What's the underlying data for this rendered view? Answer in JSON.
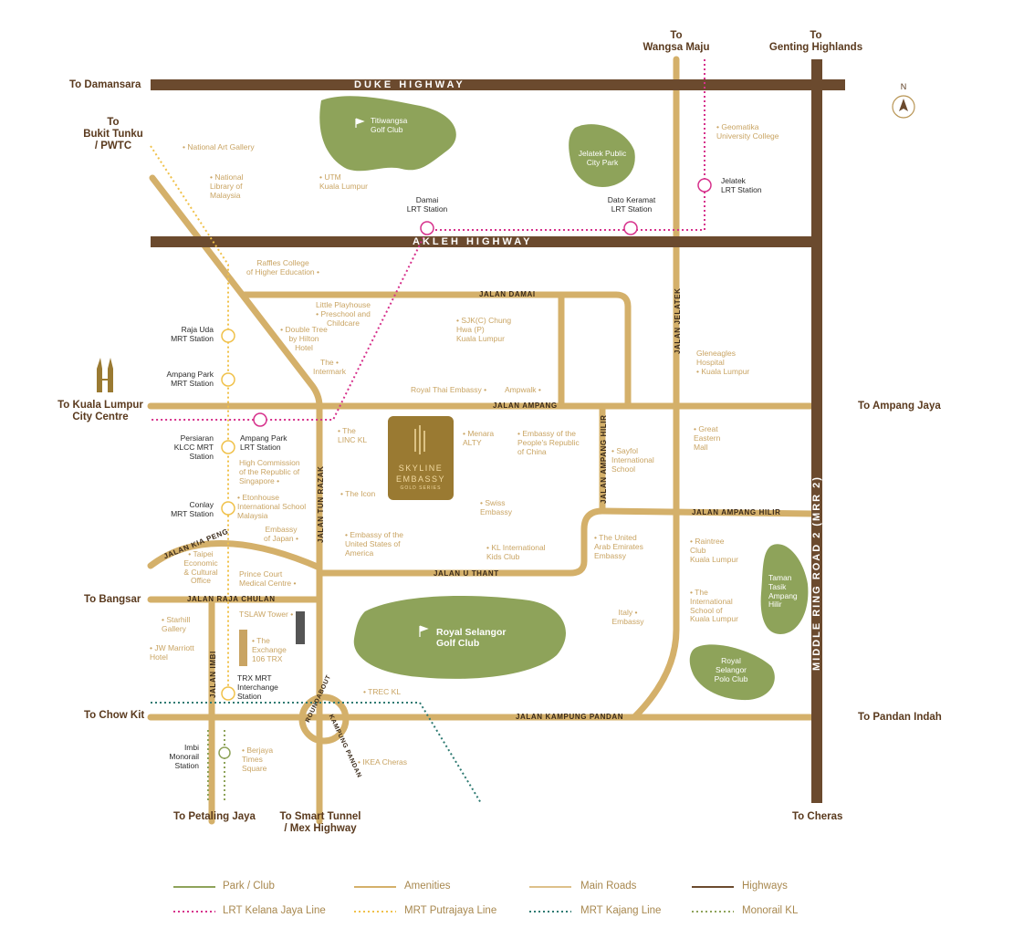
{
  "colors": {
    "park": "#8ea35a",
    "amenity": "#d4b06a",
    "main_road": "#ddc08a",
    "highway": "#6b4a2e",
    "lrt": "#d6308b",
    "mrt_putrajaya": "#f0c14a",
    "mrt_kajang": "#2e7a72",
    "monorail": "#8ea35a",
    "poi_text": "#c9a463",
    "brand_box": "#9a7a32"
  },
  "compass": {
    "label": "N"
  },
  "highways": {
    "duke": "DUKE HIGHWAY",
    "akleh": "AKLEH HIGHWAY",
    "mrr2": "MIDDLE RING ROAD 2 (MRR 2)"
  },
  "roads": {
    "jalan_damai": "JALAN DAMAI",
    "jalan_ampang": "JALAN AMPANG",
    "jalan_jelatek": "JALAN JELATEK",
    "jalan_ampang_hilir_v": "JALAN AMPANG HILIR",
    "jalan_ampang_hilir_h": "JALAN AMPANG HILIR",
    "jalan_tun_razak": "JALAN TUN RAZAK",
    "jalan_kia_peng": "JALAN KIA PENG",
    "jalan_u_thant": "JALAN U THANT",
    "jalan_raja_chulan": "JALAN RAJA CHULAN",
    "jalan_imbi": "JALAN IMBI",
    "jalan_kampung_pandan": "JALAN KAMPUNG PANDAN",
    "roundabout": "ROUNDABOUT",
    "kampung_pandan": "KAMPUNG PANDAN"
  },
  "directions": {
    "damansara": "To Damansara",
    "bukit_tunku": "To\nBukit Tunku\n/ PWTC",
    "wangsa_maju": "To\nWangsa Maju",
    "genting": "To\nGenting Highlands",
    "klcc": "To Kuala Lumpur\nCity Centre",
    "ampang_jaya": "To Ampang Jaya",
    "bangsar": "To Bangsar",
    "chow_kit": "To Chow Kit",
    "pandan_indah": "To Pandan Indah",
    "petaling_jaya": "To Petaling Jaya",
    "smart_tunnel": "To Smart Tunnel\n/ Mex Highway",
    "cheras": "To Cheras"
  },
  "parks": {
    "titiwangsa": "Titiwangsa\nGolf Club",
    "jelatek": "Jelatek Public\nCity Park",
    "royal_selangor_golf": "Royal Selangor\nGolf Club",
    "taman_tasik": "Taman\nTasik\nAmpang\nHilir",
    "polo": "Royal\nSelangor\nPolo Club"
  },
  "stations": {
    "damai": "Damai\nLRT Station",
    "dato_keramat": "Dato Keramat\nLRT Station",
    "jelatek": "Jelatek\nLRT Station",
    "raja_uda": "Raja Uda\nMRT Station",
    "ampang_park_mrt": "Ampang Park\nMRT Station",
    "persiaran_klcc": "Persiaran\nKLCC MRT\nStation",
    "ampang_park_lrt": "Ampang Park\nLRT Station",
    "conlay": "Conlay\nMRT Station",
    "trx": "TRX MRT\nInterchange\nStation",
    "imbi": "Imbi\nMonorail\nStation"
  },
  "pois": {
    "national_art_gallery": "• National Art Gallery",
    "national_library": "• National\n   Library of\n   Malaysia",
    "utm": "• UTM\n   Kuala Lumpur",
    "geomatika": "• Geomatika\n   University College",
    "raffles": "Raffles College\nof Higher Education •",
    "little_playhouse": "Little Playhouse\n• Preschool and\nChildcare",
    "doubletree": "• Double Tree\nby Hilton\nHotel",
    "intermark": "The •\nIntermark",
    "sjkc": "• SJK(C) Chung\nHwa (P)\nKuala Lumpur",
    "royal_thai": "Royal Thai Embassy •",
    "ampwalk": "Ampwalk •",
    "gleneagles": "Gleneagles\nHospital\n• Kuala Lumpur",
    "linc": "• The\nLINC KL",
    "menara_alty": "• Menara\nALTY",
    "china_embassy": "• Embassy of the\nPeople's Republic\nof China",
    "great_eastern": "• Great\nEastern\nMall",
    "sayfol": "• Sayfol\nInternational\nSchool",
    "singapore": "High Commission\nof the Republic of\nSingapore •",
    "the_icon": "• The Icon",
    "etonhouse": "• Etonhouse\nInternational School\nMalaysia",
    "swiss": "• Swiss\nEmbassy",
    "japan": "Embassy\nof Japan •",
    "usa": "• Embassy of the\nUnited States of\nAmerica",
    "kl_intl_kids": "• KL International\nKids Club",
    "uae": "• The United\nArab Emirates\nEmbassy",
    "raintree": "• Raintree\nClub\nKuala Lumpur",
    "taipei": "• Taipei\nEconomic\n& Cultural\nOffice",
    "prince_court": "Prince Court\nMedical Centre •",
    "intl_school_kl": "• The\nInternational\nSchool of\nKuala Lumpur",
    "starhill": "• Starhill\nGallery",
    "tslaw": "TSLAW Tower •",
    "exchange_106": "• The\nExchange\n106 TRX",
    "italy": "Italy •\nEmbassy",
    "jw_marriott": "• JW Marriott\nHotel",
    "trec": "• TREC KL",
    "berjaya": "• Berjaya\nTimes\nSquare",
    "ikea": "• IKEA Cheras"
  },
  "brand": {
    "line1": "SKYLINE",
    "line2": "EMBASSY",
    "line3": "GOLD SERIES"
  },
  "legend": [
    {
      "label": "Park / Club",
      "style": "park"
    },
    {
      "label": "Amenities",
      "style": "amenity"
    },
    {
      "label": "Main Roads",
      "style": "main_road"
    },
    {
      "label": "Highways",
      "style": "highway"
    },
    {
      "label": "LRT Kelana Jaya Line",
      "style": "lrt"
    },
    {
      "label": "MRT Putrajaya Line",
      "style": "mrt_putrajaya"
    },
    {
      "label": "MRT Kajang Line",
      "style": "mrt_kajang"
    },
    {
      "label": "Monorail KL",
      "style": "monorail"
    }
  ]
}
